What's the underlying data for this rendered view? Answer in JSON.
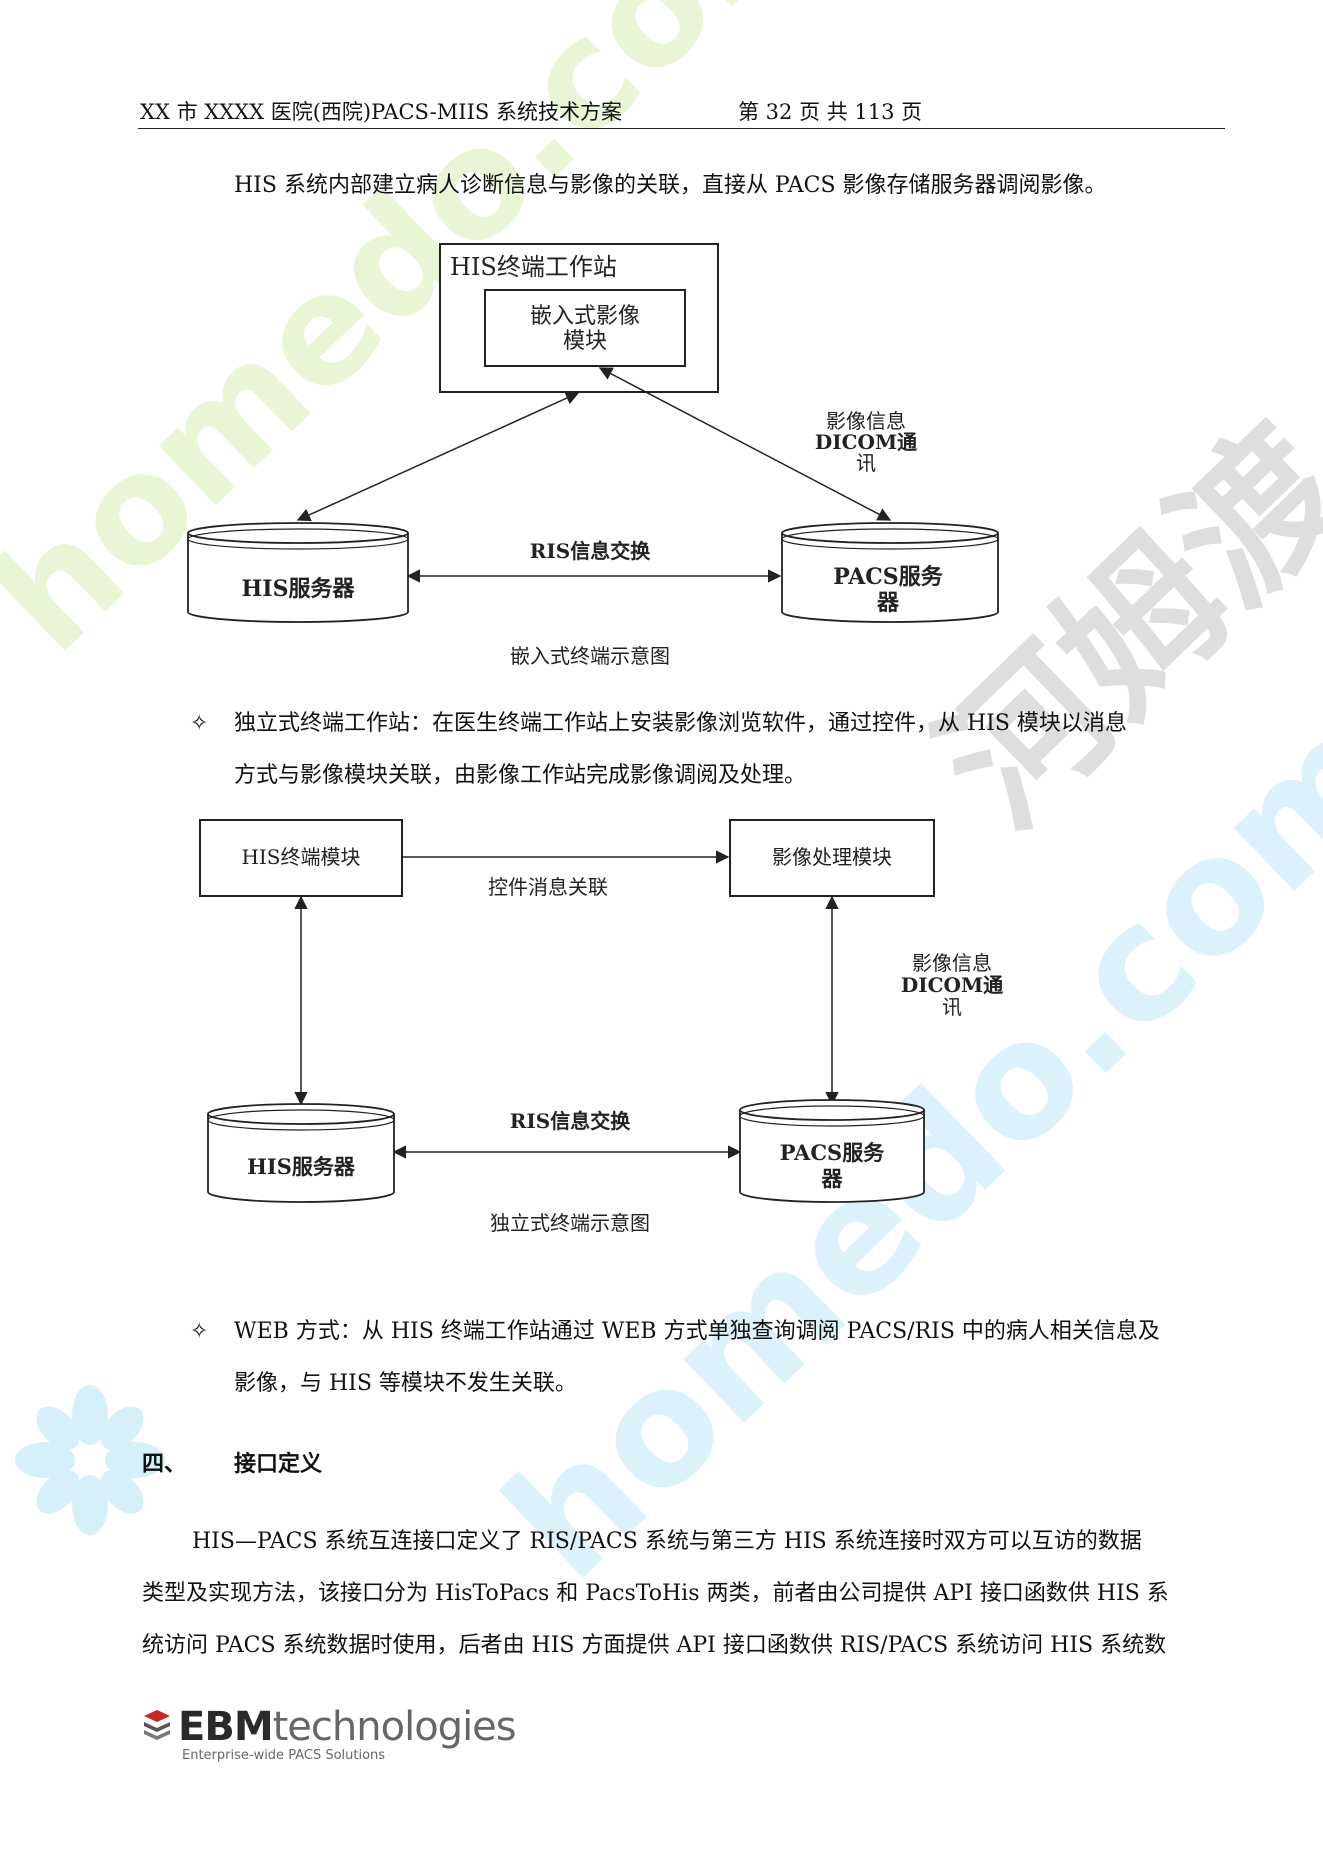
{
  "header": {
    "title": "XX 市 XXXX 医院(西院)PACS-MIIS 系统技术方案",
    "page_info": "第 32 页 共 113 页"
  },
  "intro": "HIS 系统内部建立病人诊断信息与影像的关联，直接从 PACS 影像存储服务器调阅影像。",
  "diagram1": {
    "outer_box": "HIS终端工作站",
    "inner_box_line1": "嵌入式影像",
    "inner_box_line2": "模块",
    "label_line1": "影像信息",
    "label_line2": "DICOM通",
    "label_line3": "讯",
    "middle_label": "RIS信息交换",
    "left_db": "HIS服务器",
    "right_db_line1": "PACS服务",
    "right_db_line2": "器",
    "caption": "嵌入式终端示意图"
  },
  "bullet1": {
    "symbol": "✧",
    "line1": "独立式终端工作站：在医生终端工作站上安装影像浏览软件，通过控件，从 HIS 模块以消息",
    "line2": "方式与影像模块关联，由影像工作站完成影像调阅及处理。"
  },
  "diagram2": {
    "left_box": "HIS终端模块",
    "right_box": "影像处理模块",
    "top_label": "控件消息关联",
    "label_line1": "影像信息",
    "label_line2": "DICOM通",
    "label_line3": "讯",
    "middle_label": "RIS信息交换",
    "left_db": "HIS服务器",
    "right_db_line1": "PACS服务",
    "right_db_line2": "器",
    "caption": "独立式终端示意图"
  },
  "bullet2": {
    "symbol": "✧",
    "line1": "WEB 方式：从 HIS 终端工作站通过 WEB 方式单独查询调阅 PACS/RIS 中的病人相关信息及",
    "line2": "影像，与 HIS 等模块不发生关联。"
  },
  "section": {
    "number": "四、",
    "title": "接口定义"
  },
  "body": {
    "line1": "HIS—PACS 系统互连接口定义了 RIS/PACS 系统与第三方 HIS 系统连接时双方可以互访的数据",
    "line2": "类型及实现方法，该接口分为 HisToPacs 和 PacsToHis 两类，前者由公司提供 API 接口函数供 HIS 系",
    "line3": "统访问 PACS 系统数据时使用，后者由 HIS 方面提供 API 接口函数供 RIS/PACS 系统访问 HIS 系统数"
  },
  "watermark": {
    "text1": "homedo.com",
    "text2": "homedo.com",
    "text3": "河姆渡",
    "color_green": "#e6f5d0",
    "color_cyan": "#d8f2fb",
    "color_gray": "#dcdcdc"
  },
  "logo": {
    "brand": "EBM",
    "suffix": "technologies",
    "tagline": "Enterprise-wide PACS Solutions"
  }
}
